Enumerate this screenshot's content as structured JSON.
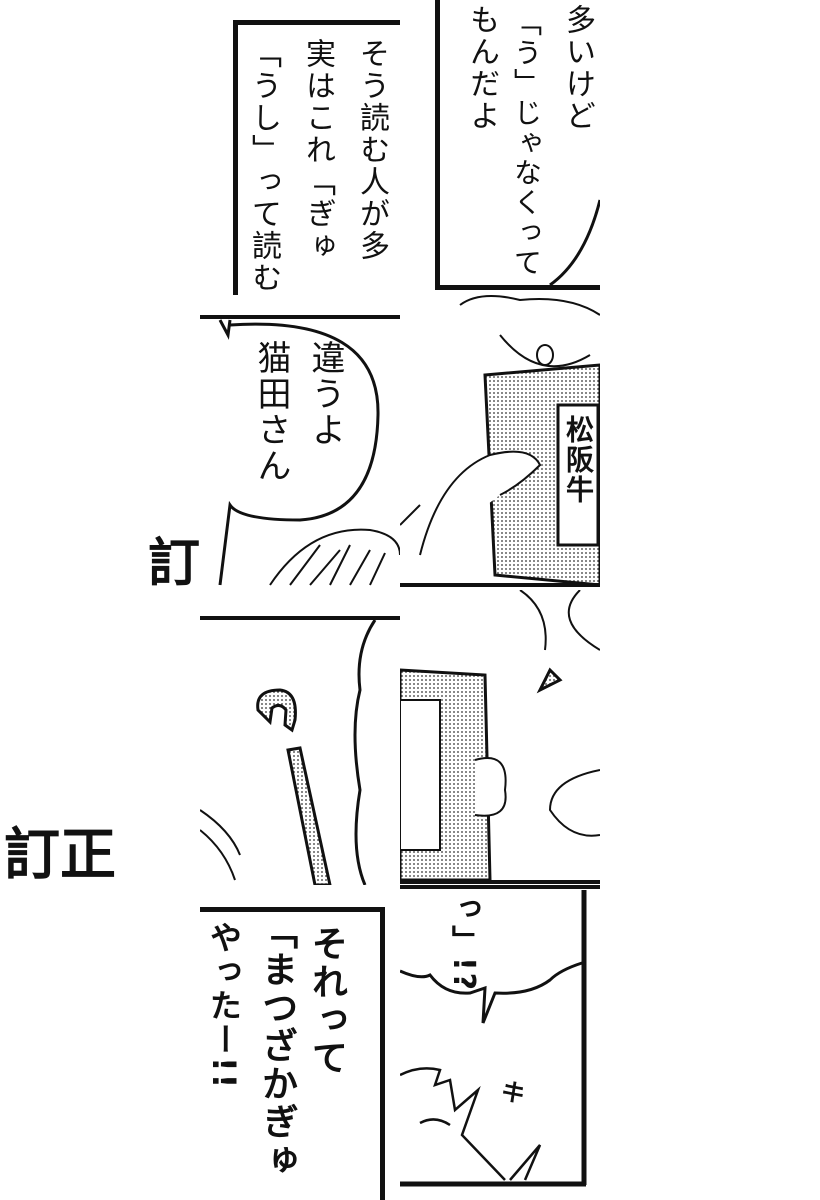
{
  "panels": {
    "caption_box": {
      "lines": [
        "そう読む人が多",
        "実はこれ「ぎゅ",
        "「うし」って読む"
      ]
    },
    "top_right_bubble": {
      "lines": [
        "多いけど",
        "「う」じゃなくって",
        "もんだよ"
      ]
    },
    "speech_bubble": {
      "lines": [
        "違うよ",
        "猫田さん"
      ]
    },
    "bottom_caption": {
      "lines": [
        "それって",
        "「まつざかぎゅ",
        "やったー!!"
      ]
    },
    "exclaim": {
      "text": "っ」!?"
    },
    "sfx": {
      "text": "キ"
    },
    "book_label": {
      "text": "松阪牛"
    }
  },
  "heading_fragments": {
    "upper": "訂",
    "lower": "訂正"
  }
}
